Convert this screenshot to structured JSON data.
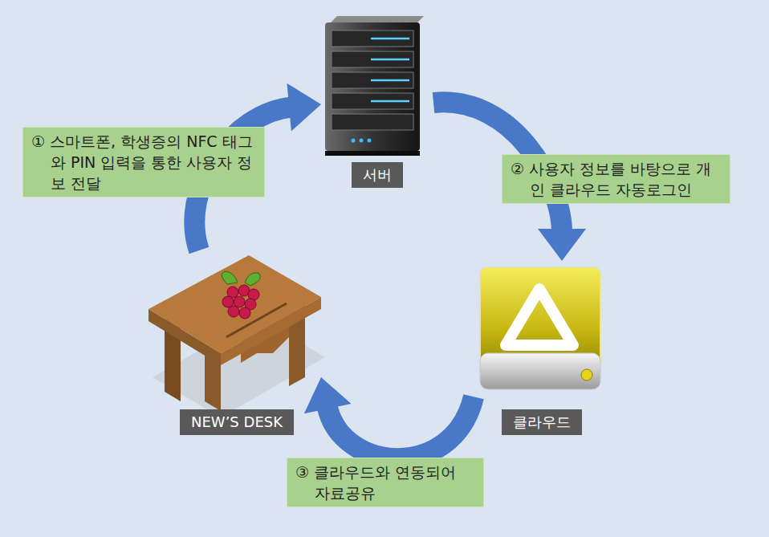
{
  "diagram": {
    "nodes": [
      {
        "text": [
          "서버"
        ]
      },
      {
        "text": [
          "클라우드"
        ]
      },
      {
        "text": [
          "NEW’S DESK"
        ]
      }
    ],
    "edges": [
      {
        "from": 2,
        "to": 0,
        "arrow": "to",
        "label": "① 스마트폰, 학생증의 NFC 태그와 PIN 입력을 통한 사용자 정보 전달"
      },
      {
        "from": 0,
        "to": 1,
        "arrow": "to",
        "label": "② 사용자 정보를 바탕으로 개인 클라우드 자동로그인"
      },
      {
        "from": 1,
        "to": 2,
        "arrow": "to",
        "label": "③ 클라우드와 연동되어 자료공유"
      }
    ]
  }
}
